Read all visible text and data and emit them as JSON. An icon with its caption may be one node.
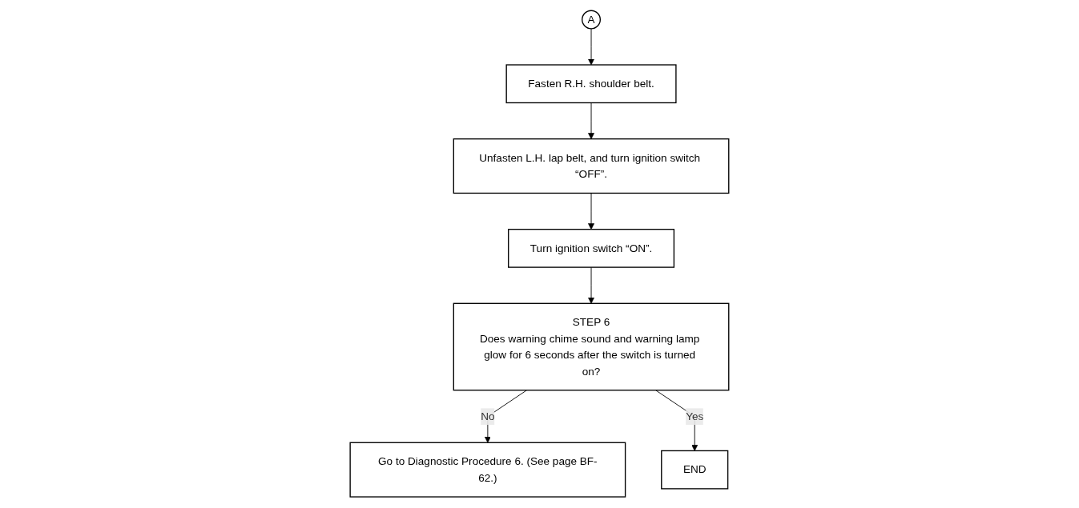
{
  "diagram": {
    "nodes": [
      {
        "text": [
          "A"
        ]
      },
      {
        "text": [
          "Fasten R.H. shoulder belt."
        ]
      },
      {
        "text": [
          "Unfasten L.H. lap belt, and turn ignition switch “OFF”."
        ]
      },
      {
        "text": [
          "Turn ignition switch “ON”."
        ]
      },
      {
        "text": [
          "STEP 6",
          "Does warning chime sound and warning lamp glow for 6 seconds after the switch is turned on?"
        ]
      },
      {
        "text": [
          "Go to Diagnostic Procedure 6. (See page BF-62.)"
        ]
      },
      {
        "text": [
          "END"
        ]
      }
    ],
    "edges": [
      {
        "from": 0,
        "to": 1,
        "arrow": "to"
      },
      {
        "from": 1,
        "to": 2,
        "arrow": "to"
      },
      {
        "from": 2,
        "to": 3,
        "arrow": "to"
      },
      {
        "from": 3,
        "to": 4,
        "arrow": "to"
      },
      {
        "from": 4,
        "to": 5,
        "arrow": "to",
        "label": "No"
      },
      {
        "from": 4,
        "to": 6,
        "arrow": "to",
        "label": "Yes"
      }
    ]
  }
}
